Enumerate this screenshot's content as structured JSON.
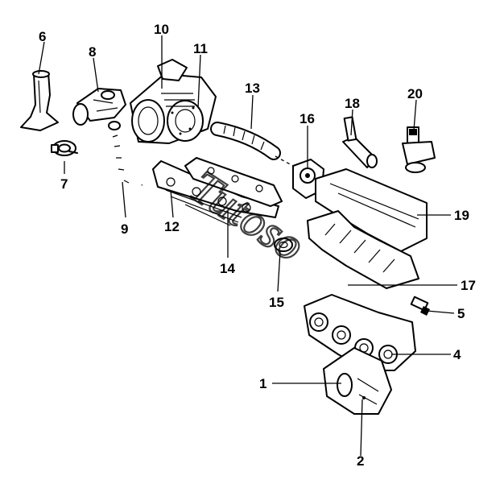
{
  "diagram": {
    "watermark": "Tutoso",
    "callouts": [
      {
        "id": "1",
        "label": "1"
      },
      {
        "id": "2",
        "label": "2"
      },
      {
        "id": "4",
        "label": "4"
      },
      {
        "id": "5",
        "label": "5"
      },
      {
        "id": "6",
        "label": "6"
      },
      {
        "id": "7",
        "label": "7"
      },
      {
        "id": "8",
        "label": "8"
      },
      {
        "id": "9",
        "label": "9"
      },
      {
        "id": "10",
        "label": "10"
      },
      {
        "id": "11",
        "label": "11"
      },
      {
        "id": "12",
        "label": "12"
      },
      {
        "id": "13",
        "label": "13"
      },
      {
        "id": "14",
        "label": "14"
      },
      {
        "id": "15",
        "label": "15"
      },
      {
        "id": "16",
        "label": "16"
      },
      {
        "id": "17",
        "label": "17"
      },
      {
        "id": "18",
        "label": "18"
      },
      {
        "id": "19",
        "label": "19"
      },
      {
        "id": "20",
        "label": "20"
      }
    ]
  }
}
